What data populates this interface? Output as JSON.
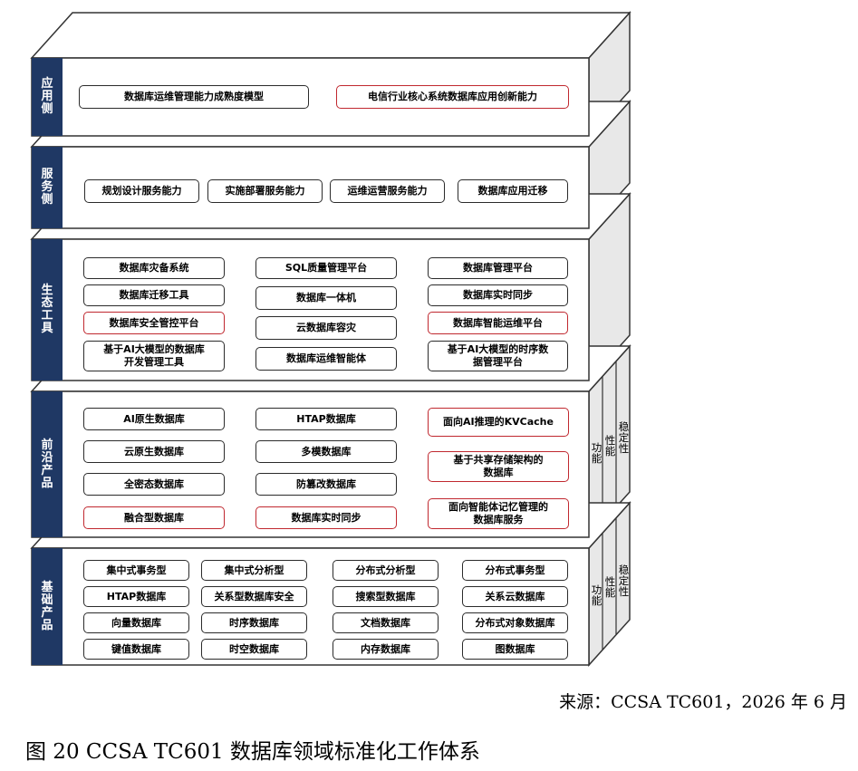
{
  "layers": [
    {
      "label": "应用侧",
      "boxes": [
        {
          "text": "数据库运维管理能力成熟度模型",
          "hl": false
        },
        {
          "text": "电信行业核心系统数据库应用创新能力",
          "hl": true
        }
      ]
    },
    {
      "label": "服务侧",
      "boxes": [
        {
          "text": "规划设计服务能力",
          "hl": false
        },
        {
          "text": "实施部署服务能力",
          "hl": false
        },
        {
          "text": "运维运营服务能力",
          "hl": false
        },
        {
          "text": "数据库应用迁移",
          "hl": false
        }
      ]
    },
    {
      "label": "生态工具",
      "boxes": [
        {
          "text": "数据库灾备系统",
          "hl": false
        },
        {
          "text": "SQL质量管理平台",
          "hl": false
        },
        {
          "text": "数据库管理平台",
          "hl": false
        },
        {
          "text": "数据库迁移工具",
          "hl": false
        },
        {
          "text": "数据库一体机",
          "hl": false
        },
        {
          "text": "数据库实时同步",
          "hl": false
        },
        {
          "text": "数据库安全管控平台",
          "hl": true
        },
        {
          "text": "云数据库容灾",
          "hl": false
        },
        {
          "text": "数据库智能运维平台",
          "hl": true
        },
        {
          "text": "基于AI大模型的数据库\n开发管理工具",
          "hl": false
        },
        {
          "text": "数据库运维智能体",
          "hl": false
        },
        {
          "text": "基于AI大模型的时序数\n据管理平台",
          "hl": false
        }
      ]
    },
    {
      "label": "前沿产品",
      "boxes": [
        {
          "text": "AI原生数据库",
          "hl": false
        },
        {
          "text": "HTAP数据库",
          "hl": false
        },
        {
          "text": "面向AI推理的KVCache",
          "hl": true
        },
        {
          "text": "云原生数据库",
          "hl": false
        },
        {
          "text": "多模数据库",
          "hl": false
        },
        {
          "text": "基于共享存储架构的\n数据库",
          "hl": true
        },
        {
          "text": "全密态数据库",
          "hl": false
        },
        {
          "text": "防篡改数据库",
          "hl": false
        },
        {
          "text": "融合型数据库",
          "hl": true
        },
        {
          "text": "数据库实时同步",
          "hl": true
        },
        {
          "text": "面向智能体记忆管理的\n数据库服务",
          "hl": true
        }
      ]
    },
    {
      "label": "基础产品",
      "boxes": [
        {
          "text": "集中式事务型",
          "hl": false
        },
        {
          "text": "集中式分析型",
          "hl": false
        },
        {
          "text": "分布式分析型",
          "hl": false
        },
        {
          "text": "分布式事务型",
          "hl": false
        },
        {
          "text": "HTAP数据库",
          "hl": false
        },
        {
          "text": "关系型数据库安全",
          "hl": false
        },
        {
          "text": "搜索型数据库",
          "hl": false
        },
        {
          "text": "关系云数据库",
          "hl": false
        },
        {
          "text": "向量数据库",
          "hl": false
        },
        {
          "text": "时序数据库",
          "hl": false
        },
        {
          "text": "文档数据库",
          "hl": false
        },
        {
          "text": "分布式对象数据库",
          "hl": false
        },
        {
          "text": "键值数据库",
          "hl": false
        },
        {
          "text": "时空数据库",
          "hl": false
        },
        {
          "text": "内存数据库",
          "hl": false
        },
        {
          "text": "图数据库",
          "hl": false
        }
      ]
    }
  ],
  "side_labels": [
    "功能",
    "性能",
    "稳定性"
  ],
  "source": "来源：CCSA TC601，2026 年 6 月",
  "caption": "图 20 CCSA TC601 数据库领域标准化工作体系",
  "colors": {
    "label_bg": "#1f3864",
    "highlight": "#c0282f",
    "side_face": "#e8e8e8"
  }
}
